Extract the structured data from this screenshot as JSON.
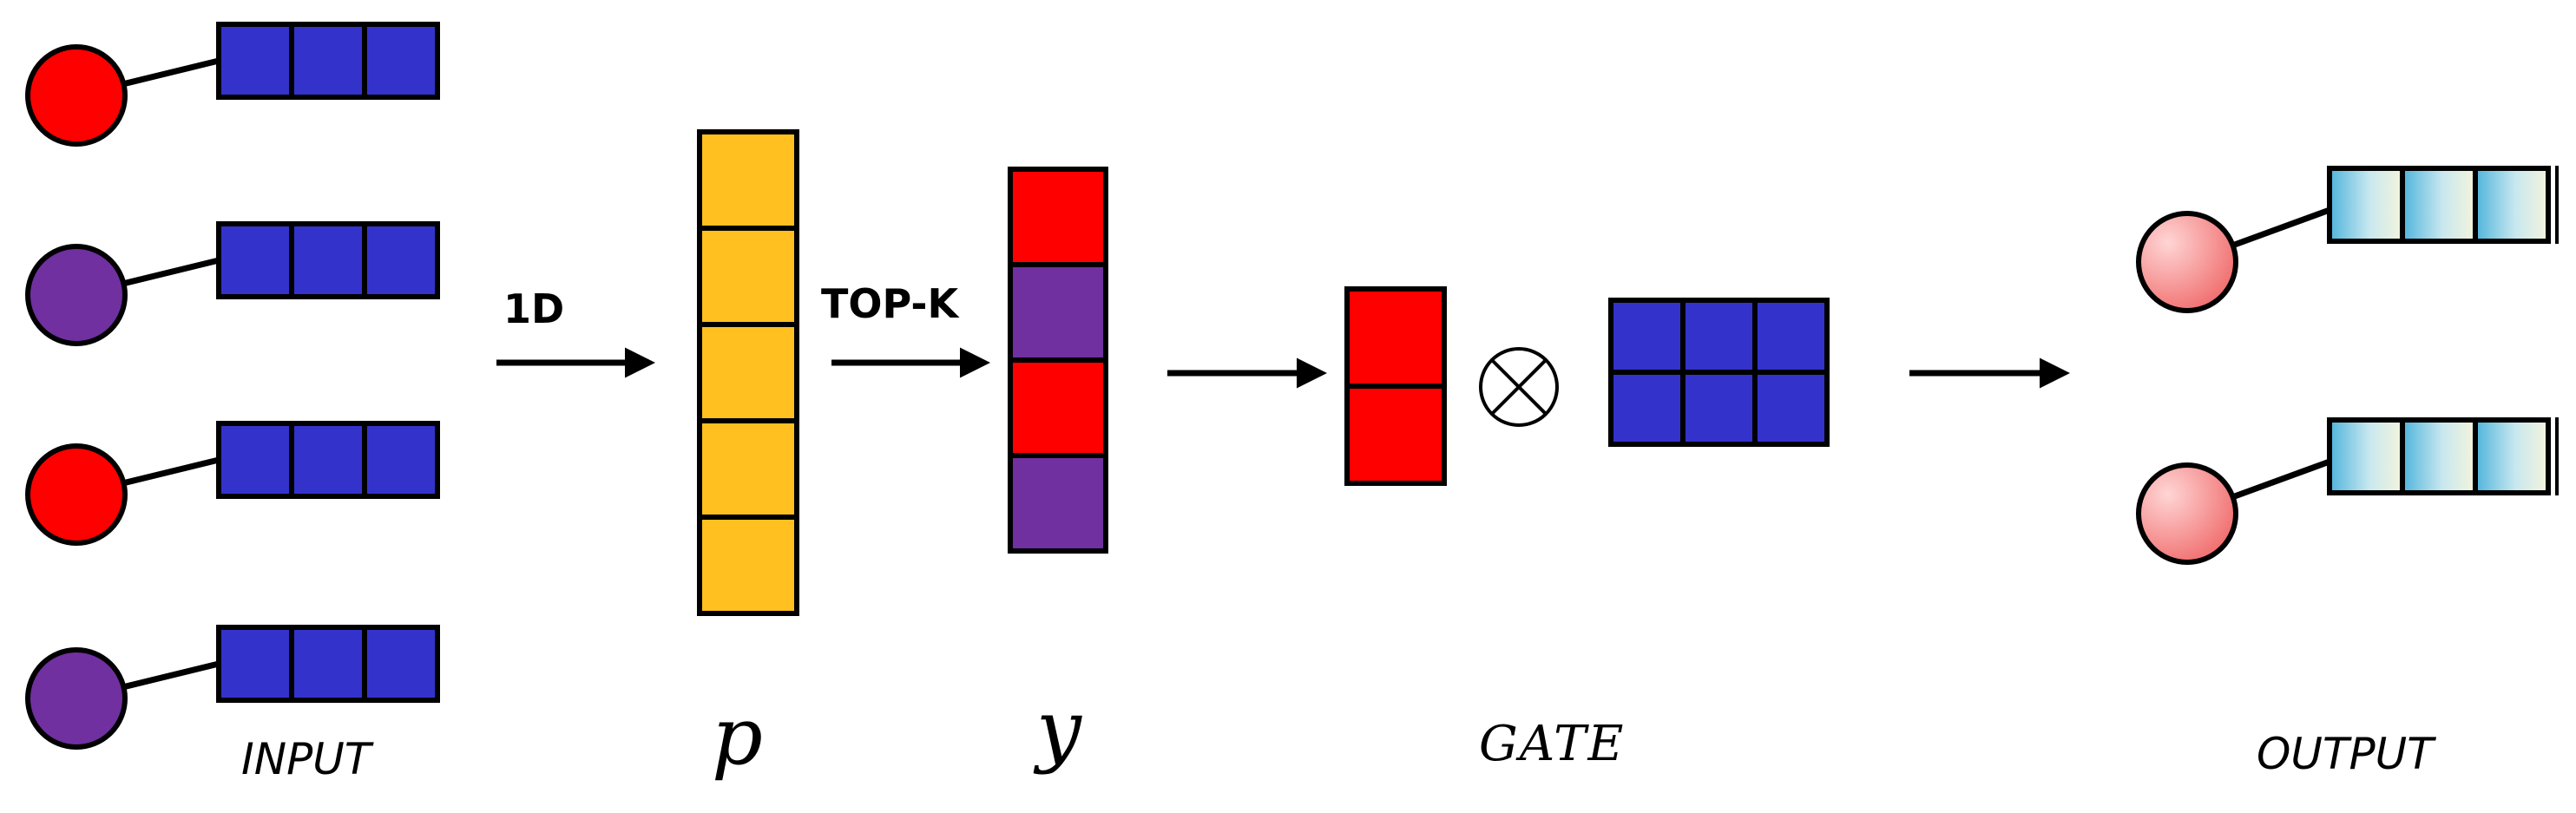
{
  "labels": {
    "input": "INPUT",
    "p": "p",
    "y": "y",
    "gate": "GATE",
    "output": "OUTPUT",
    "arrow_1d": "1D",
    "arrow_topk": "TOP-K"
  },
  "colors": {
    "red": "#ff0000",
    "purple": "#7030a0",
    "blue": "#3333cc",
    "yellow": "#ffc020",
    "pink": "#f08080",
    "cyan": "#6ec6e6",
    "stroke": "#000000"
  },
  "input_nodes": [
    "red",
    "purple",
    "red",
    "purple"
  ],
  "p_vector_cells": 5,
  "y_vector_cells": [
    "red",
    "purple",
    "red",
    "purple"
  ],
  "gate_vector_cells": [
    "red",
    "red"
  ],
  "gate_matrix": {
    "rows": 2,
    "cols": 3
  },
  "output_nodes": 2,
  "operator_icon": "circled-times-icon"
}
